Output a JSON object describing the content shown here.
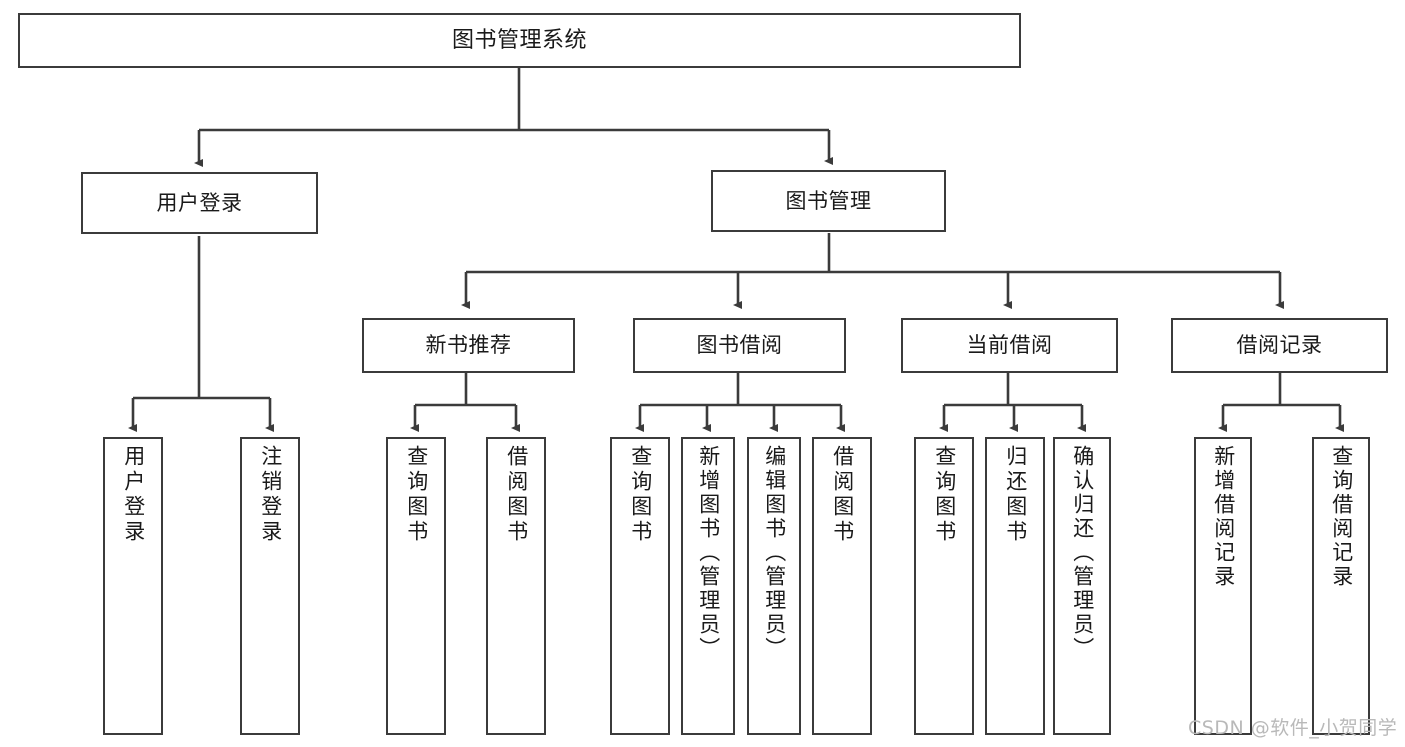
{
  "diagram": {
    "title": "图书管理系统",
    "type": "tree-hierarchy-diagram",
    "root": {
      "label": "图书管理系统"
    },
    "level1": [
      {
        "label": "用户登录"
      },
      {
        "label": "图书管理"
      }
    ],
    "level2": [
      {
        "label": "新书推荐"
      },
      {
        "label": "图书借阅"
      },
      {
        "label": "当前借阅"
      },
      {
        "label": "借阅记录"
      }
    ],
    "leaves": {
      "user_login": [
        {
          "label": "用户登录"
        },
        {
          "label": "注销登录"
        }
      ],
      "new_book_recommend": [
        {
          "label": "查询图书"
        },
        {
          "label": "借阅图书"
        }
      ],
      "book_borrow": [
        {
          "label": "查询图书"
        },
        {
          "label": "新增图书（管理员）"
        },
        {
          "label": "编辑图书（管理员）"
        },
        {
          "label": "借阅图书"
        }
      ],
      "current_borrow": [
        {
          "label": "查询图书"
        },
        {
          "label": "归还图书"
        },
        {
          "label": "确认归还（管理员）"
        }
      ],
      "borrow_records": [
        {
          "label": "新增借阅记录"
        },
        {
          "label": "查询借阅记录"
        }
      ]
    }
  },
  "watermark": {
    "text": "CSDN @软件_小贺同学"
  },
  "colors": {
    "border": "#3b3b3b",
    "background": "#ffffff",
    "text": "#1a1a1a",
    "watermark": "#b9b9b9"
  }
}
